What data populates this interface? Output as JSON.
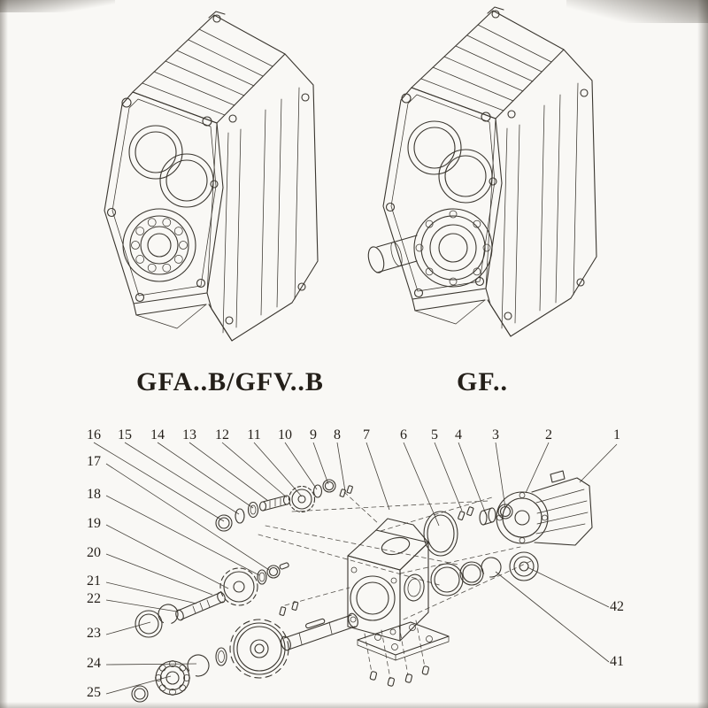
{
  "colors": {
    "paper": "#f9f8f5",
    "line": "#3a362f",
    "text": "#241f19"
  },
  "models": [
    {
      "label": "GFA..B/GFV..B"
    },
    {
      "label": "GF.."
    }
  ],
  "exploded_view": {
    "part_numbers": {
      "top": [
        "16",
        "15",
        "14",
        "13",
        "12",
        "11",
        "10",
        "9",
        "8",
        "7",
        "6",
        "5",
        "4",
        "3",
        "2",
        "1"
      ],
      "left": [
        "17",
        "18",
        "19",
        "20",
        "21",
        "22",
        "23",
        "24",
        "25"
      ],
      "right": [
        "42",
        "41"
      ]
    }
  }
}
